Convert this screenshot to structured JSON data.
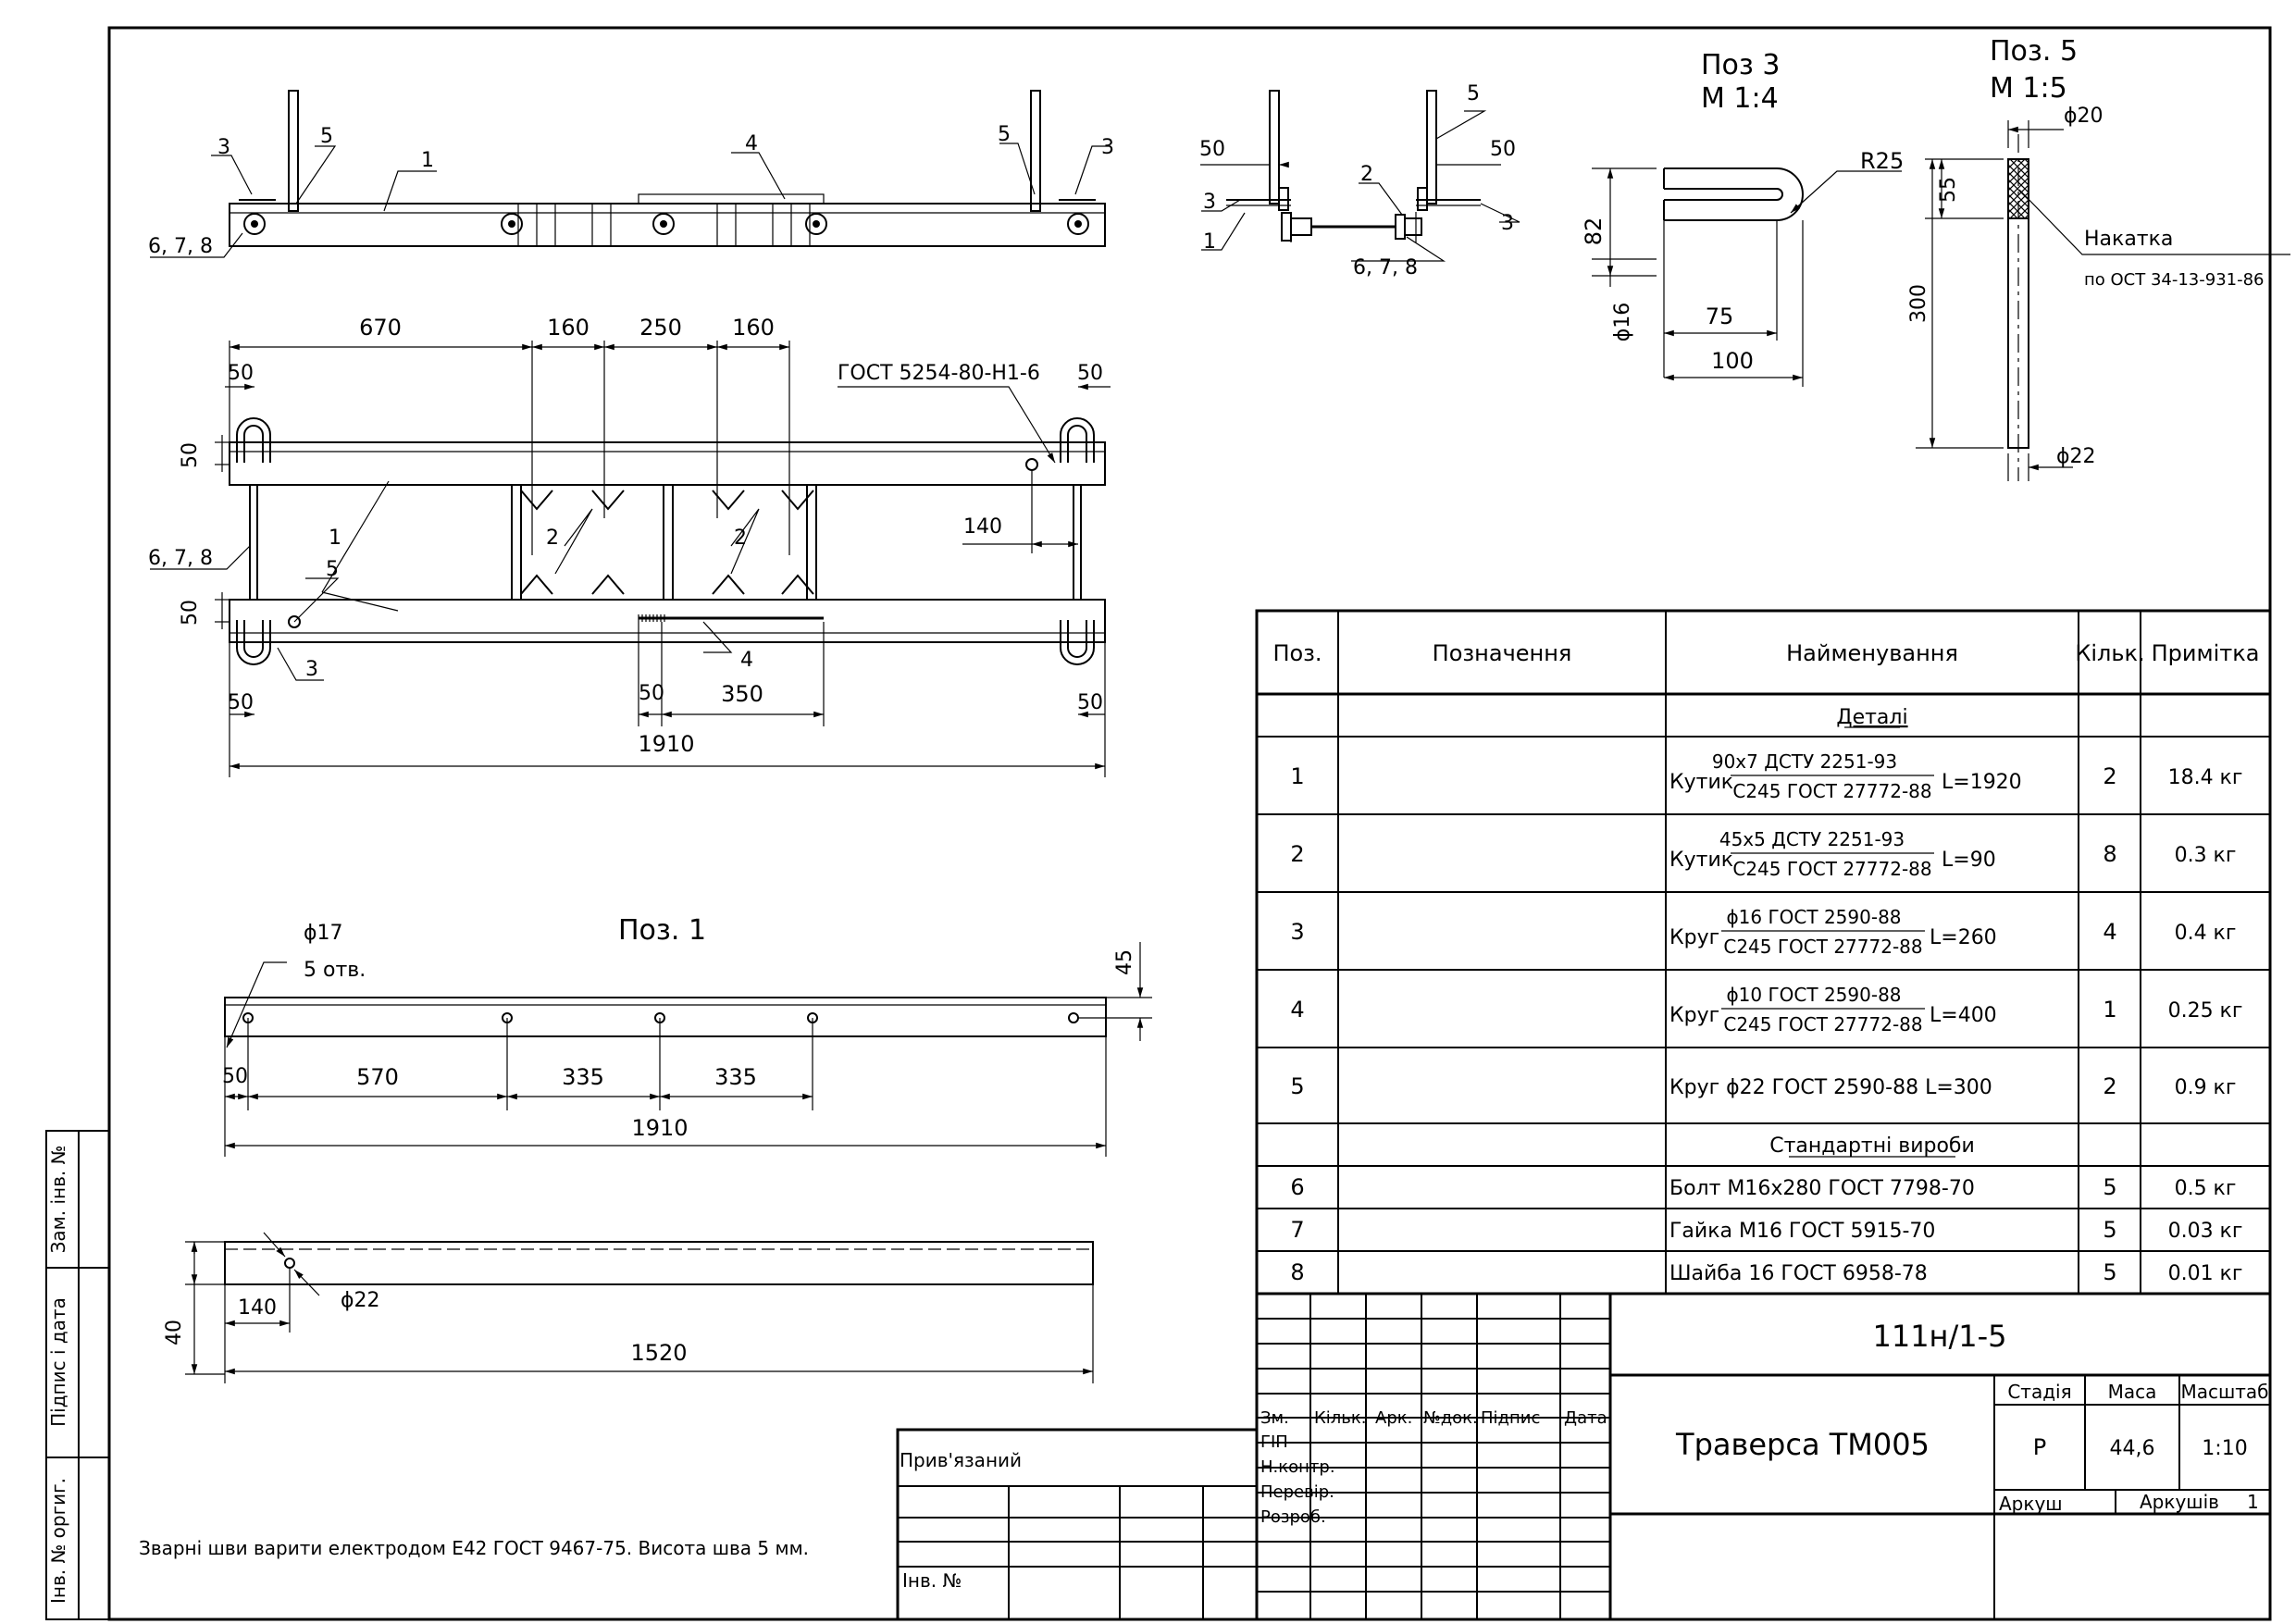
{
  "views": {
    "plan": {
      "dims": {
        "d670": "670",
        "d160a": "160",
        "d250": "250",
        "d160b": "160",
        "d50tl": "50",
        "d50tr": "50",
        "d50l1": "50",
        "d50l2": "50",
        "d50bl": "50",
        "d50br": "50",
        "d50b4": "50",
        "d350": "350",
        "d1910": "1910",
        "d140": "140"
      },
      "labels": {
        "gost_tag": "ГОСТ 5254-80-Н1-6",
        "p1": "1",
        "p2a": "2",
        "p2b": "2",
        "p3": "3",
        "p4": "4",
        "p5": "5",
        "p678": "6, 7, 8"
      }
    },
    "front": {
      "labels": {
        "p3l": "3",
        "p5l": "5",
        "p1": "1",
        "p4": "4",
        "p5r": "5",
        "p3r": "3",
        "p678": "6, 7, 8"
      }
    },
    "side": {
      "labels": {
        "d50l": "50",
        "p3l": "3",
        "p1": "1",
        "p2": "2",
        "p5": "5",
        "d50r": "50",
        "p3r": "3",
        "p678": "6, 7, 8"
      }
    },
    "pos3": {
      "title": "Поз 3",
      "scale": "М 1:4",
      "dims": {
        "r25": "R25",
        "d82": "82",
        "d16": "ϕ16",
        "d75": "75",
        "d100": "100"
      }
    },
    "pos5": {
      "title": "Поз. 5",
      "scale": "М 1:5",
      "dims": {
        "d20": "ϕ20",
        "d55": "55",
        "d300": "300",
        "d22": "ϕ22"
      },
      "knurl_label": "Накатка",
      "knurl_std": "по ОСТ 34-13-931-86"
    },
    "pos1": {
      "title": "Поз. 1",
      "dims": {
        "hole_d": "ϕ17",
        "holes": "5 отв.",
        "d45": "45",
        "d50": "50",
        "d570": "570",
        "d335a": "335",
        "d335b": "335",
        "d1910": "1910"
      }
    },
    "rod": {
      "dims": {
        "d22": "ϕ22",
        "d140": "140",
        "d40": "40",
        "d1520": "1520"
      }
    }
  },
  "spec": {
    "headers": {
      "pos": "Поз.",
      "designation": "Позначення",
      "name": "Найменування",
      "qty": "Кільк.",
      "note": "Примітка"
    },
    "section_details": "Деталі",
    "section_standard": "Стандартні вироби",
    "rows": [
      {
        "pos": "1",
        "prefix": "Кутик",
        "num": "90х7 ДСТУ 2251-93",
        "den": "С245 ГОСТ 27772-88",
        "suffix": "L=1920",
        "qty": "2",
        "note": "18.4 кг"
      },
      {
        "pos": "2",
        "prefix": "Кутик",
        "num": "45х5 ДСТУ 2251-93",
        "den": "С245 ГОСТ 27772-88",
        "suffix": "L=90",
        "qty": "8",
        "note": "0.3 кг"
      },
      {
        "pos": "3",
        "prefix": "Круг",
        "num": "ϕ16 ГОСТ 2590-88",
        "den": "С245 ГОСТ 27772-88",
        "suffix": "L=260",
        "qty": "4",
        "note": "0.4 кг"
      },
      {
        "pos": "4",
        "prefix": "Круг",
        "num": "ϕ10 ГОСТ 2590-88",
        "den": "С245 ГОСТ 27772-88",
        "suffix": "L=400",
        "qty": "1",
        "note": "0.25 кг"
      }
    ],
    "row5": {
      "pos": "5",
      "name": "Круг ϕ22 ГОСТ 2590-88 L=300",
      "qty": "2",
      "note": "0.9 кг"
    },
    "std_rows": [
      {
        "pos": "6",
        "name": "Болт М16х280 ГОСТ 7798-70",
        "qty": "5",
        "note": "0.5 кг"
      },
      {
        "pos": "7",
        "name": "Гайка М16 ГОСТ 5915-70",
        "qty": "5",
        "note": "0.03 кг"
      },
      {
        "pos": "8",
        "name": "Шайба 16 ГОСТ 6958-78",
        "qty": "5",
        "note": "0.01 кг"
      }
    ]
  },
  "title_block": {
    "code": "111н/1-5",
    "name": "Траверса ТМ005",
    "stage_label": "Стадія",
    "mass_label": "Маса",
    "scale_label": "Масштаб",
    "stage": "Р",
    "mass": "44,6",
    "scale": "1:10",
    "sheet_label": "Аркуш",
    "sheets_label": "Аркушів",
    "sheets": "1",
    "cols": {
      "zm": "Зм.",
      "qty": "Кільк.",
      "sheet": "Арк.",
      "doc": "№док.",
      "sign": "Підпис",
      "date": "Дата"
    },
    "roles": {
      "gip": "ГІП",
      "nk": "Н.контр.",
      "check": "Перевір.",
      "dev": "Розроб."
    },
    "attached": "Прив'язаний",
    "inv": "Інв. №"
  },
  "side_strip": {
    "inv_orig": "Інв. № оргиг.",
    "sign_date": "Підпис і дата",
    "inv_repl": "Зам. інв. №"
  },
  "note": "Зварні шви варити електродом Е42 ГОСТ 9467-75. Висота шва 5 мм."
}
